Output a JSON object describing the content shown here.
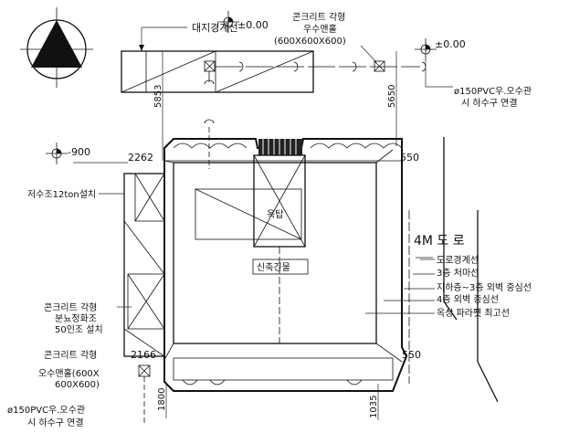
{
  "labels": {
    "boundary_top": "대지경계선",
    "level_topleft": "±0.00",
    "manhole_top_line1": "콘크리트 각형",
    "manhole_top_line2": "우수맨홀",
    "manhole_top_line3": "(600X600X600)",
    "level_topright": "±0.00",
    "pipe_right_line1": "ø150PVC우.오수관",
    "pipe_right_line2": "시 하수구 연결",
    "dim_5853": "5853",
    "dim_5650": "5650",
    "level_left": "-900",
    "dim_2262": "2262",
    "dim_550_top": "550",
    "tank_label": "저수조12ton설치",
    "rooftop": "옥탑",
    "road": "4M 도 로",
    "legend_boundary": "도로경계선",
    "legend_eave": "3층 처마선",
    "legend_basement": "지하층~3층 외벽 중심선",
    "legend_fourth": "4층 외벽 중심선",
    "legend_parapet": "옥상 파라펫 최고선",
    "new_building": "신축건물",
    "septic_line1": "콘크리트 각형",
    "septic_line2": "분뇨정화조",
    "septic_line3": "50인조 설치",
    "dim_2166": "2166",
    "dim_550_bottom": "550",
    "manhole_bottom_line1": "콘크리트 각형",
    "manhole_bottom_line2": "오수맨홀(600X",
    "manhole_bottom_line3": "600X600)",
    "dim_1800": "1800",
    "dim_1035": "1035",
    "pipe_bottom_line1": "ø150PVC우.오수관",
    "pipe_bottom_line2": "시 하수구 연결"
  }
}
